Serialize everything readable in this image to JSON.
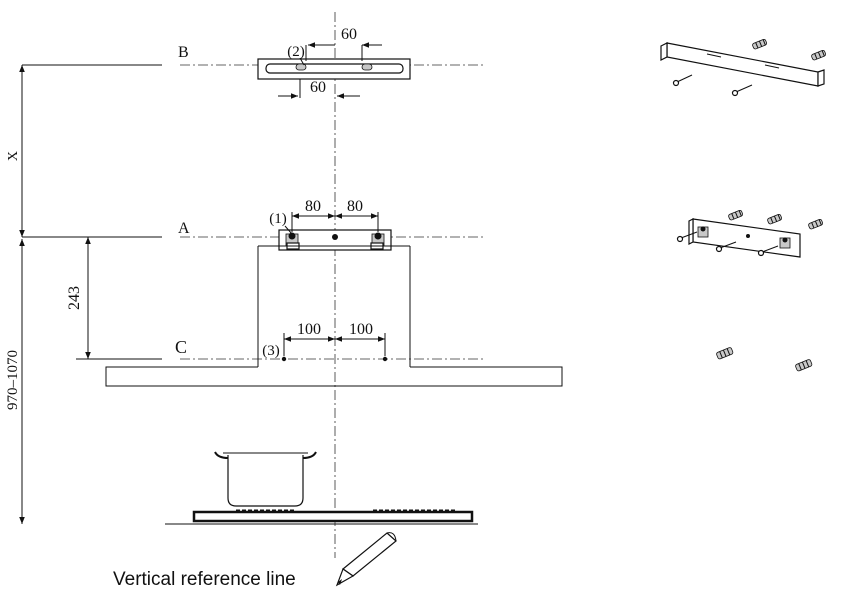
{
  "levels": {
    "b_label": "B",
    "a_label": "A",
    "c_label": "C"
  },
  "dimensions": {
    "x_label": "X",
    "height_243": "243",
    "height_range": "970–1070",
    "top_upper_60": "60",
    "top_lower_60": "60",
    "mid_left_80": "80",
    "mid_right_80": "80",
    "low_left_100": "100",
    "low_right_100": "100"
  },
  "callouts": {
    "one": "(1)",
    "two": "(2)",
    "three": "(3)"
  },
  "caption": {
    "reference_line": "Vertical reference line"
  },
  "parts": [
    {
      "name": "bracket-b-kit",
      "icon": "wall-bracket-with-screws-icon"
    },
    {
      "name": "bracket-a-kit",
      "icon": "mounting-plate-with-screws-icon"
    },
    {
      "name": "anchor-c-kit",
      "icon": "wall-plugs-icon"
    }
  ]
}
